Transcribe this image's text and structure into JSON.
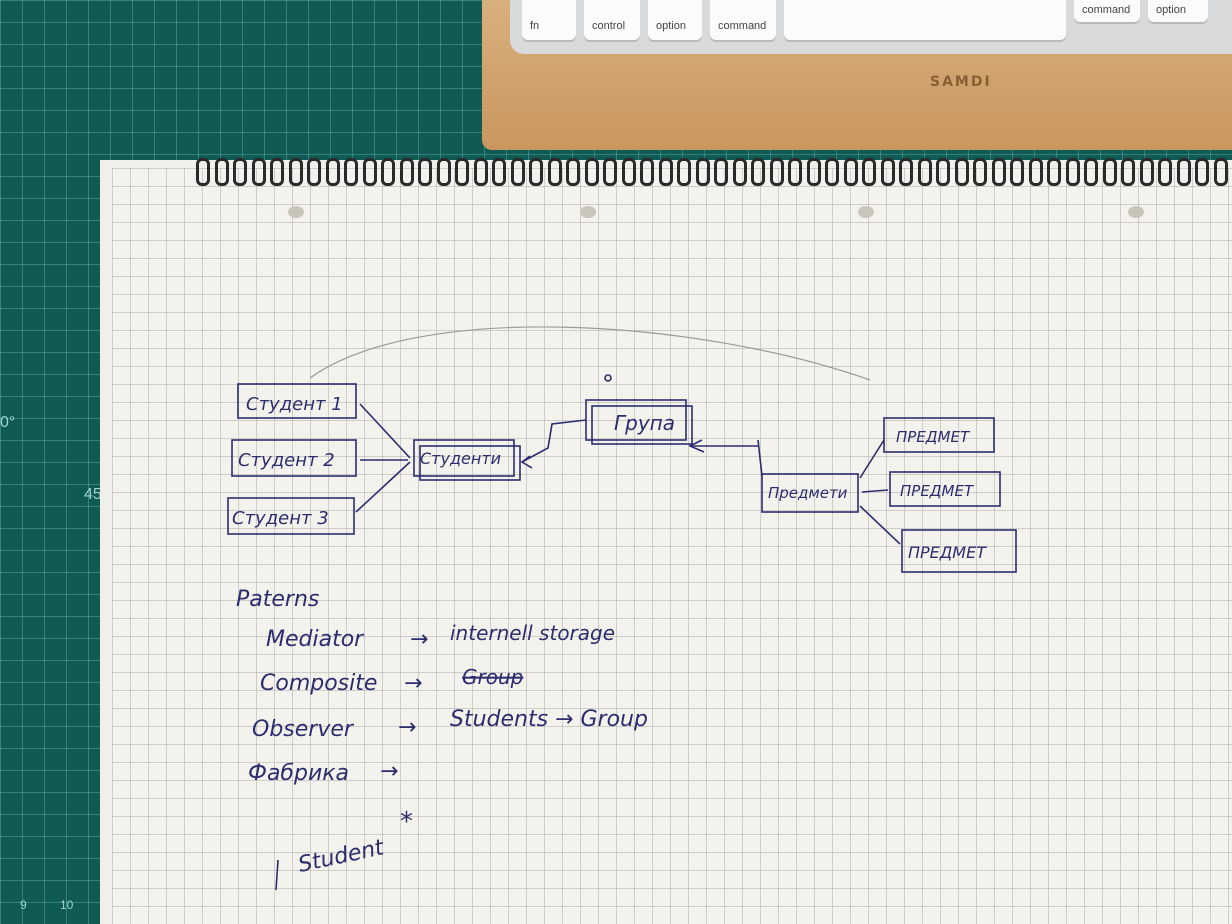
{
  "keyboard": {
    "keys": [
      "fn",
      "control",
      "option",
      "command",
      "command",
      "option"
    ]
  },
  "stand": {
    "brand": "SAMDI"
  },
  "mat": {
    "labels": [
      "45°",
      "0°",
      "9",
      "10"
    ]
  },
  "diagram": {
    "students": [
      "Студент 1",
      "Студент 2",
      "Студент 3"
    ],
    "students_box": "Студенти",
    "group_box": "Група",
    "subjects_box": "Предмети",
    "subjects": [
      "ПРЕДМЕТ",
      "ПРЕДМЕТ",
      "ПРЕДМЕТ"
    ]
  },
  "notes": {
    "heading": "Paterns",
    "lines": [
      {
        "pattern": "Mediator",
        "arrow": "→",
        "target": "internell storage"
      },
      {
        "pattern": "Composite",
        "arrow": "→",
        "target": "Group"
      },
      {
        "pattern": "Observer",
        "arrow": "→",
        "target": "Students → Group"
      },
      {
        "pattern": "Фабрика",
        "arrow": "→",
        "target": ""
      }
    ],
    "footer_count": "1",
    "footer_text": "Student"
  },
  "colors": {
    "ink": "#2b2d6e",
    "mat": "#0f5a52",
    "paper": "#f4f2ec",
    "wood": "#d2a56f"
  }
}
